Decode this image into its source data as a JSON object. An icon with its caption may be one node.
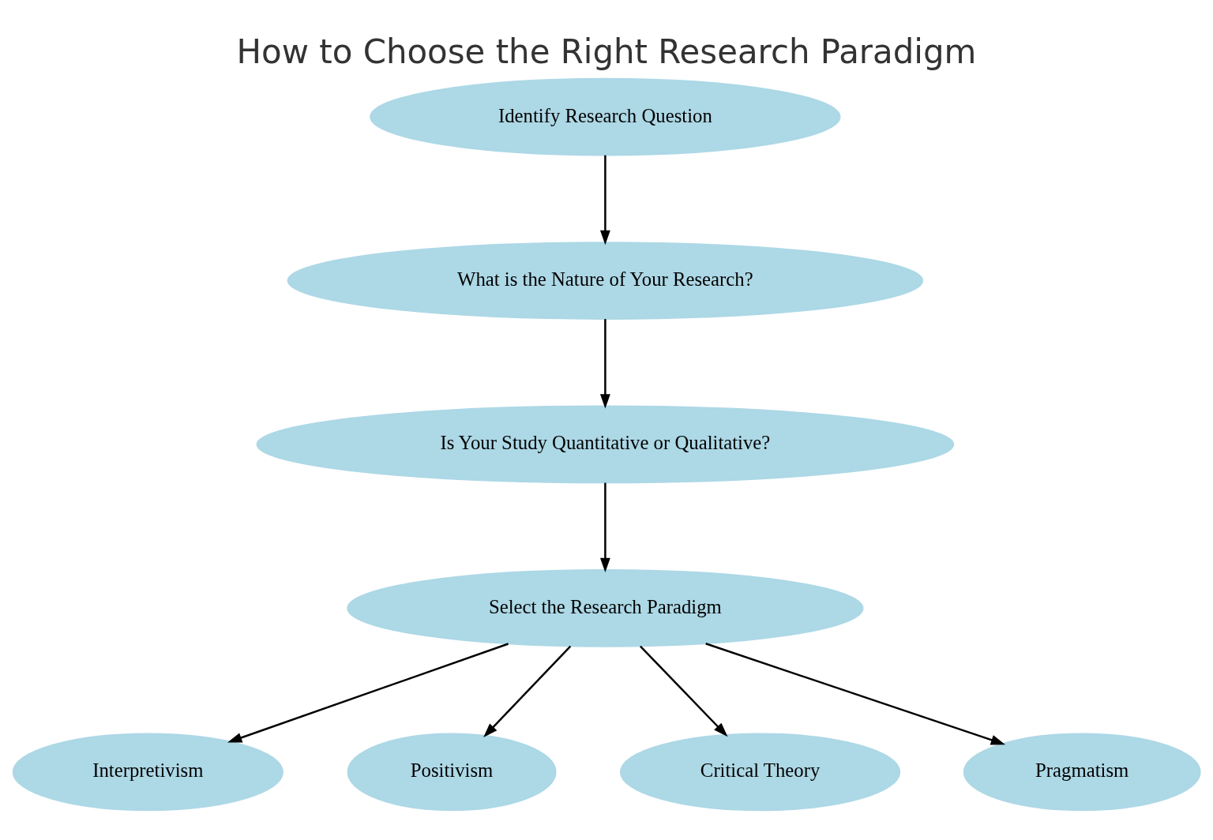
{
  "diagram": {
    "title": "How to Choose the Right Research Paradigm",
    "nodes": [
      {
        "text": [
          "Identify Research Question"
        ]
      },
      {
        "text": [
          "What is the Nature of Your Research?"
        ]
      },
      {
        "text": [
          "Is Your Study Quantitative or Qualitative?"
        ]
      },
      {
        "text": [
          "Select the Research Paradigm"
        ]
      },
      {
        "text": [
          "Interpretivism"
        ]
      },
      {
        "text": [
          "Positivism"
        ]
      },
      {
        "text": [
          "Critical Theory"
        ]
      },
      {
        "text": [
          "Pragmatism"
        ]
      }
    ],
    "edges": [
      {
        "from": 0,
        "to": 1,
        "arrow": "to"
      },
      {
        "from": 1,
        "to": 2,
        "arrow": "to"
      },
      {
        "from": 2,
        "to": 3,
        "arrow": "to"
      },
      {
        "from": 3,
        "to": 4,
        "arrow": "to"
      },
      {
        "from": 3,
        "to": 5,
        "arrow": "to"
      },
      {
        "from": 3,
        "to": 6,
        "arrow": "to"
      },
      {
        "from": 3,
        "to": 7,
        "arrow": "to"
      }
    ]
  }
}
